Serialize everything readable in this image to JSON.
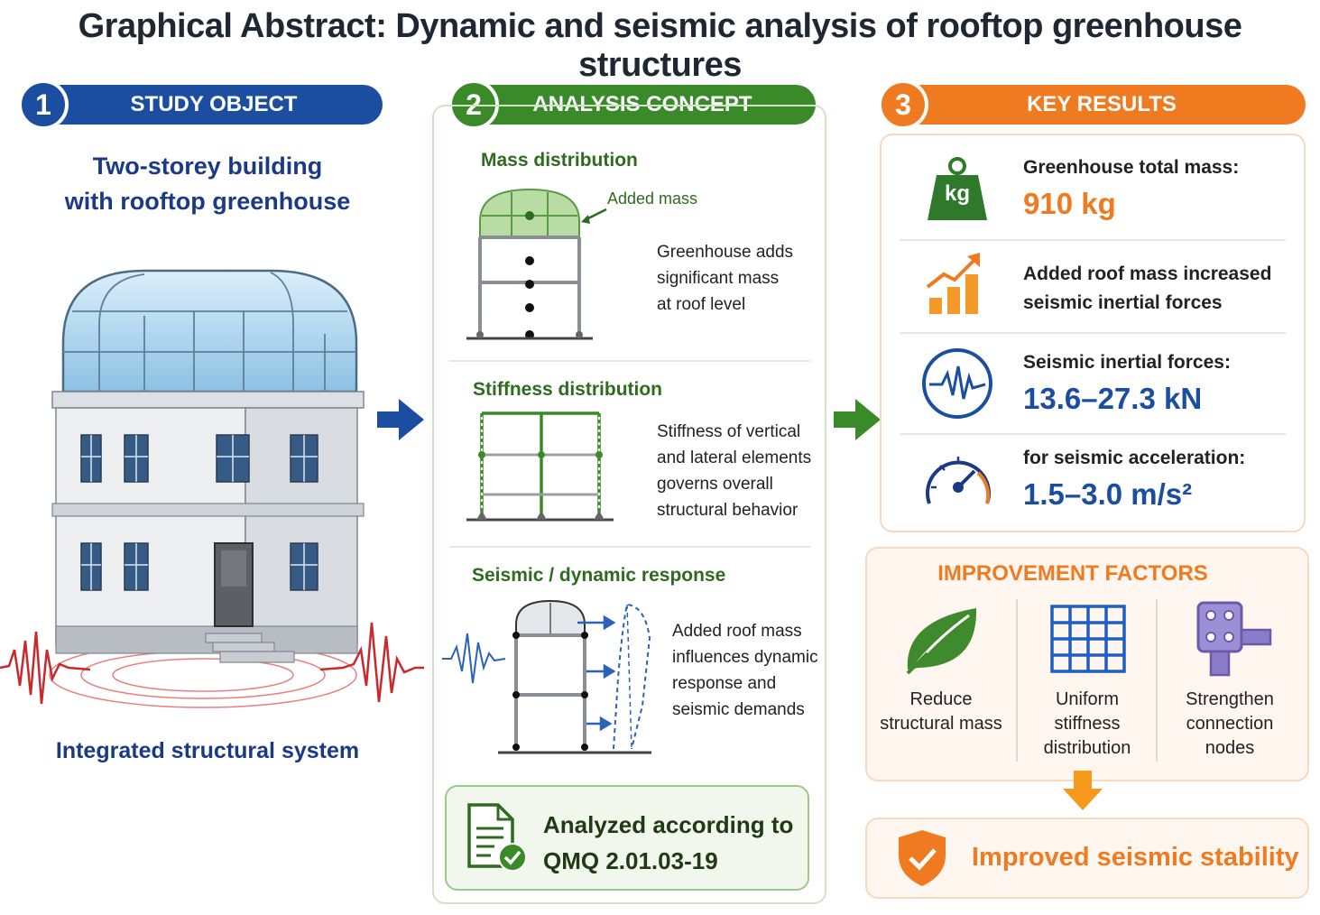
{
  "title": "Graphical Abstract: Dynamic and seismic analysis of rooftop greenhouse structures",
  "colors": {
    "blue": "#1b4ea0",
    "green": "#3b8a2a",
    "orange": "#f07a1f",
    "red": "#c9282d",
    "navy": "#1b3a86"
  },
  "sections": [
    {
      "number": "1",
      "label": "STUDY OBJECT"
    },
    {
      "number": "2",
      "label": "ANALYSIS CONCEPT"
    },
    {
      "number": "3",
      "label": "KEY RESULTS"
    }
  ],
  "study": {
    "subtitle_line1": "Two-storey building",
    "subtitle_line2": "with rooftop greenhouse",
    "caption": "Integrated structural system"
  },
  "concept": {
    "mass": {
      "heading": "Mass distribution",
      "annotation": "Added mass",
      "text": [
        "Greenhouse adds",
        "significant mass",
        "at roof level"
      ]
    },
    "stiffness": {
      "heading": "Stiffness distribution",
      "text": [
        "Stiffness of vertical",
        "and lateral elements",
        "governs overall",
        "structural behavior"
      ]
    },
    "seismic": {
      "heading": "Seismic / dynamic response",
      "text": [
        "Added roof mass",
        "influences dynamic",
        "response and",
        "seismic demands"
      ]
    },
    "standard": {
      "line1": "Analyzed according to",
      "line2": "QMQ 2.01.03-19"
    }
  },
  "results": {
    "mass": {
      "icon": "kg",
      "label": "Greenhouse total mass:",
      "value": "910 kg"
    },
    "increase": {
      "line1": "Added roof mass increased",
      "line2": "seismic inertial forces"
    },
    "forces": {
      "label": "Seismic inertial forces:",
      "value": "13.6–27.3 kN"
    },
    "accel": {
      "label": "for seismic acceleration:",
      "value": "1.5–3.0 m/s²"
    }
  },
  "improvement": {
    "heading": "IMPROVEMENT FACTORS",
    "items": [
      {
        "icon": "leaf-icon",
        "lines": [
          "Reduce",
          "structural mass"
        ]
      },
      {
        "icon": "grid-icon",
        "lines": [
          "Uniform",
          "stiffness",
          "distribution"
        ]
      },
      {
        "icon": "hinge-icon",
        "lines": [
          "Strengthen",
          "connection",
          "nodes"
        ]
      }
    ],
    "outcome": "Improved seismic stability"
  }
}
